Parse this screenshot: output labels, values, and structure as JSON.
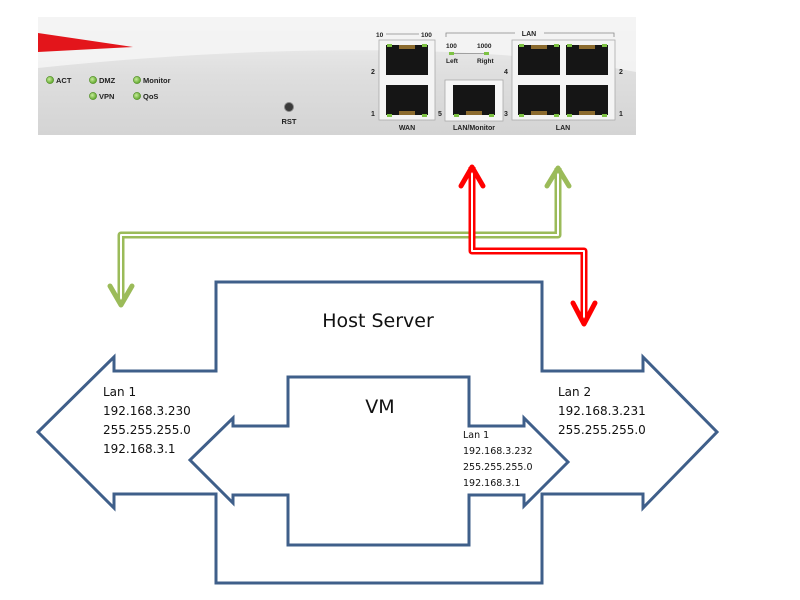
{
  "router": {
    "leds": [
      {
        "label": "ACT"
      },
      {
        "label": "DMZ"
      },
      {
        "label": "Monitor"
      },
      {
        "label": "VPN"
      },
      {
        "label": "QoS"
      }
    ],
    "led_color": "#7dc243",
    "brand_color": "#e3151b",
    "reset_label": "RST",
    "wan": {
      "group_label": "WAN",
      "speed_left": "10",
      "speed_right": "100",
      "port_numbers": [
        "2",
        "1"
      ]
    },
    "lan_monitor": {
      "group_label": "LAN/Monitor",
      "port_number": "5"
    },
    "speed_legend": {
      "left_value": "100",
      "right_value": "1000",
      "left_label": "Left",
      "right_label": "Right"
    },
    "lan": {
      "top_label": "LAN",
      "group_label": "LAN",
      "port_numbers_left": [
        "4",
        "3"
      ],
      "port_numbers_right": [
        "2",
        "1"
      ]
    }
  },
  "connections": [
    {
      "name": "green-link",
      "color": "#9bbb59",
      "from": "LAN port",
      "to": "Host Server Lan 1"
    },
    {
      "name": "red-link",
      "color": "#ff0000",
      "from": "LAN/Monitor port",
      "to": "Host Server Lan 2"
    }
  ],
  "host": {
    "title": "Host Server",
    "outline_color": "#3f5f8a",
    "lan1": {
      "name": "Lan 1",
      "ip": "192.168.3.230",
      "mask": "255.255.255.0",
      "gateway": "192.168.3.1"
    },
    "lan2": {
      "name": "Lan 2",
      "ip": "192.168.3.231",
      "mask": "255.255.255.0"
    }
  },
  "vm": {
    "title": "VM",
    "lan1": {
      "name": "Lan 1",
      "ip": "192.168.3.232",
      "mask": "255.255.255.0",
      "gateway": "192.168.3.1"
    }
  }
}
